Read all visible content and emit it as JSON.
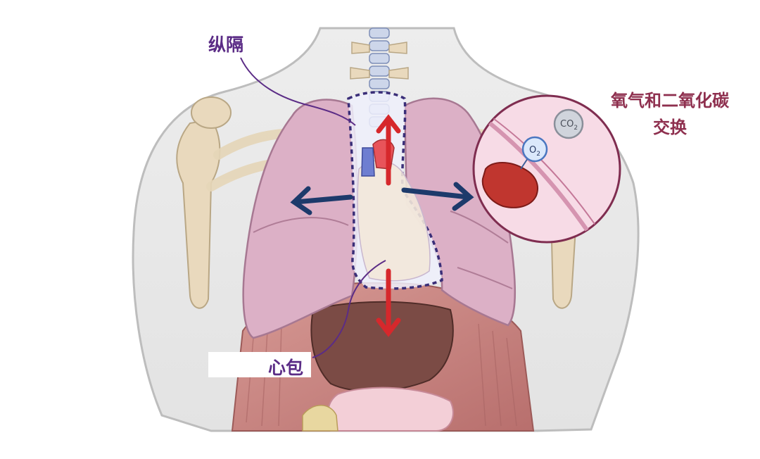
{
  "labels": {
    "mediastinum": "纵隔",
    "pericardium": "心包",
    "gas_exchange_line1": "氧气和二氧化碳",
    "gas_exchange_line2": "交换"
  },
  "molecules": {
    "oxygen": "O",
    "oxygen_sub": "2",
    "carbon_dioxide": "CO",
    "carbon_dioxide_sub": "2"
  },
  "colors": {
    "mediastinum_label": "#5b2c86",
    "gas_label": "#8e2f4e",
    "lung": "#dcb0c6",
    "arrow_blue": "#1d3a6b",
    "arrow_red": "#d6282c",
    "muscle": "#c98a86",
    "liver": "#7a4a44"
  }
}
